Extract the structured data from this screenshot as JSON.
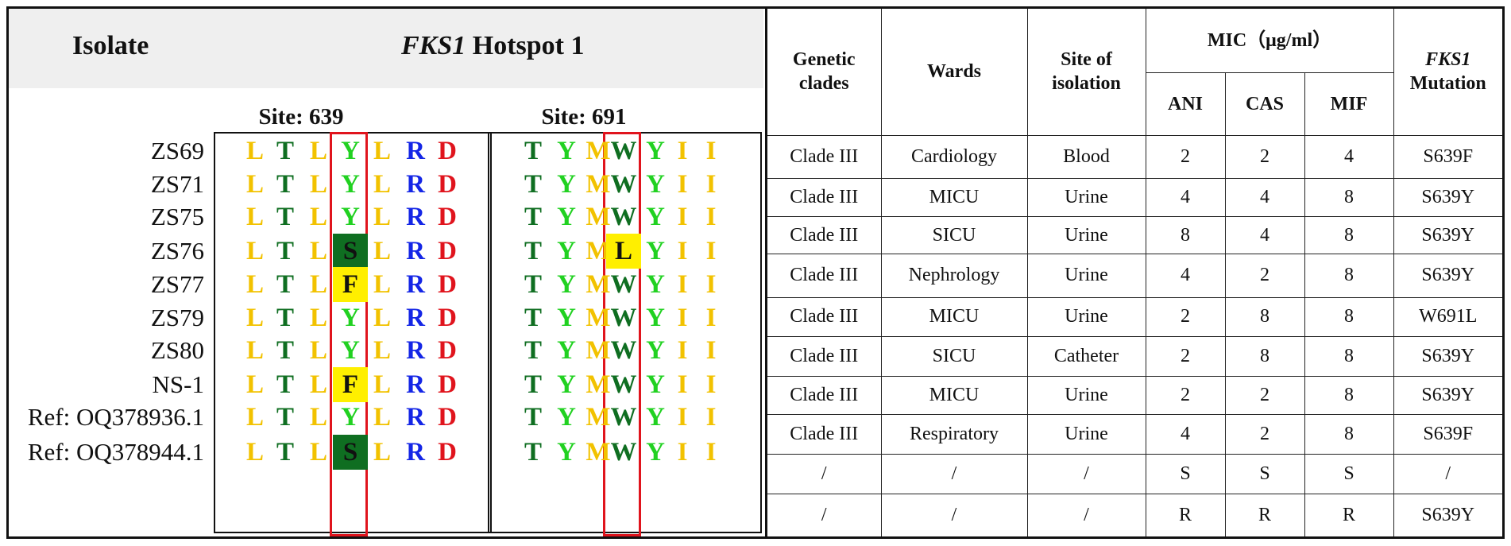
{
  "left": {
    "header_isolate": "Isolate",
    "header_gene": "FKS1",
    "header_rest": " Hotspot 1",
    "site1_label": "Site: 639",
    "site2_label": "Site: 691",
    "isolates": [
      "ZS69",
      "ZS71",
      "ZS75",
      "ZS76",
      "ZS77",
      "ZS79",
      "ZS80",
      "NS-1",
      "Ref: OQ378936.1",
      "Ref: OQ378944.1"
    ],
    "site1_rows": [
      [
        "L",
        "T",
        "L",
        "Y",
        "L",
        "R",
        "D"
      ],
      [
        "L",
        "T",
        "L",
        "Y",
        "L",
        "R",
        "D"
      ],
      [
        "L",
        "T",
        "L",
        "Y",
        "L",
        "R",
        "D"
      ],
      [
        "L",
        "T",
        "L",
        "S",
        "L",
        "R",
        "D"
      ],
      [
        "L",
        "T",
        "L",
        "F",
        "L",
        "R",
        "D"
      ],
      [
        "L",
        "T",
        "L",
        "Y",
        "L",
        "R",
        "D"
      ],
      [
        "L",
        "T",
        "L",
        "Y",
        "L",
        "R",
        "D"
      ],
      [
        "L",
        "T",
        "L",
        "F",
        "L",
        "R",
        "D"
      ],
      [
        "L",
        "T",
        "L",
        "Y",
        "L",
        "R",
        "D"
      ],
      [
        "L",
        "T",
        "L",
        "S",
        "L",
        "R",
        "D"
      ]
    ],
    "site2_rows": [
      [
        "T",
        "Y",
        "M",
        "W",
        "Y",
        "I",
        "I"
      ],
      [
        "T",
        "Y",
        "M",
        "W",
        "Y",
        "I",
        "I"
      ],
      [
        "T",
        "Y",
        "M",
        "W",
        "Y",
        "I",
        "I"
      ],
      [
        "T",
        "Y",
        "M",
        "L",
        "Y",
        "I",
        "I"
      ],
      [
        "T",
        "Y",
        "M",
        "W",
        "Y",
        "I",
        "I"
      ],
      [
        "T",
        "Y",
        "M",
        "W",
        "Y",
        "I",
        "I"
      ],
      [
        "T",
        "Y",
        "M",
        "W",
        "Y",
        "I",
        "I"
      ],
      [
        "T",
        "Y",
        "M",
        "W",
        "Y",
        "I",
        "I"
      ],
      [
        "T",
        "Y",
        "M",
        "W",
        "Y",
        "I",
        "I"
      ],
      [
        "T",
        "Y",
        "M",
        "W",
        "Y",
        "I",
        "I"
      ]
    ],
    "residue_colors": {
      "L": "#f2c200",
      "T": "#0f6e21",
      "Y": "#21d121",
      "R": "#1426e6",
      "D": "#e0141d",
      "M": "#f2c200",
      "W": "#0f6e21",
      "I": "#f2c200",
      "S": "#0f6e21",
      "F": "#f2c200"
    },
    "highlight_color": "#e0141d"
  },
  "table": {
    "headers": {
      "clades": "Genetic clades",
      "wards": "Wards",
      "site": "Site of isolation",
      "mic": "MIC（μg/ml）",
      "ani": "ANI",
      "cas": "CAS",
      "mif": "MIF",
      "fks_gene": "FKS1",
      "fks_rest": "Mutation"
    },
    "rows": [
      [
        "Clade III",
        "Cardiology",
        "Blood",
        "2",
        "2",
        "4",
        "S639F"
      ],
      [
        "Clade III",
        "MICU",
        "Urine",
        "4",
        "4",
        "8",
        "S639Y"
      ],
      [
        "Clade III",
        "SICU",
        "Urine",
        "8",
        "4",
        "8",
        "S639Y"
      ],
      [
        "Clade III",
        "Nephrology",
        "Urine",
        "4",
        "2",
        "8",
        "S639Y"
      ],
      [
        "Clade III",
        "MICU",
        "Urine",
        "2",
        "8",
        "8",
        "W691L"
      ],
      [
        "Clade III",
        "SICU",
        "Catheter",
        "2",
        "8",
        "8",
        "S639Y"
      ],
      [
        "Clade III",
        "MICU",
        "Urine",
        "2",
        "2",
        "8",
        "S639Y"
      ],
      [
        "Clade III",
        "Respiratory",
        "Urine",
        "4",
        "2",
        "8",
        "S639F"
      ],
      [
        "/",
        "/",
        "/",
        "S",
        "S",
        "S",
        "/"
      ],
      [
        "/",
        "/",
        "/",
        "R",
        "R",
        "R",
        "S639Y"
      ]
    ]
  }
}
